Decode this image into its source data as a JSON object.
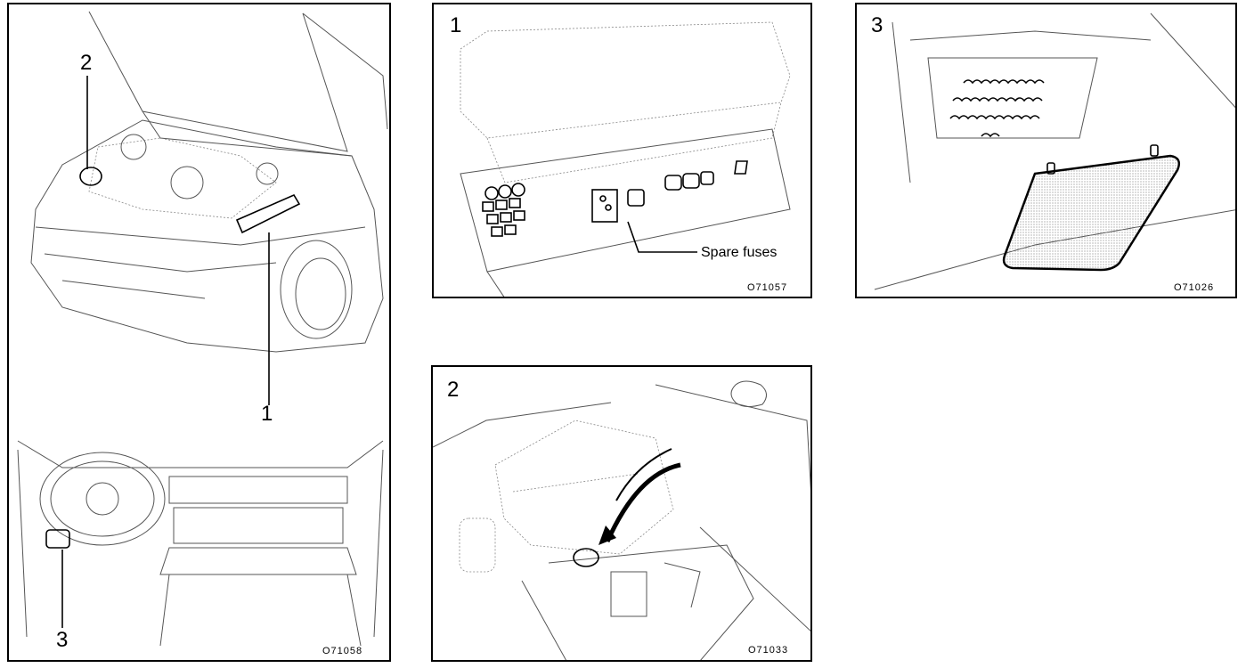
{
  "main_panel": {
    "callout_2": "2",
    "callout_1": "1",
    "callout_3": "3",
    "figure_code": "O71058"
  },
  "panel_1": {
    "number": "1",
    "spare_fuses_label": "Spare fuses",
    "figure_code": "O71057"
  },
  "panel_3": {
    "number": "3",
    "figure_code": "O71026"
  },
  "panel_2": {
    "number": "2",
    "figure_code": "O71033"
  }
}
